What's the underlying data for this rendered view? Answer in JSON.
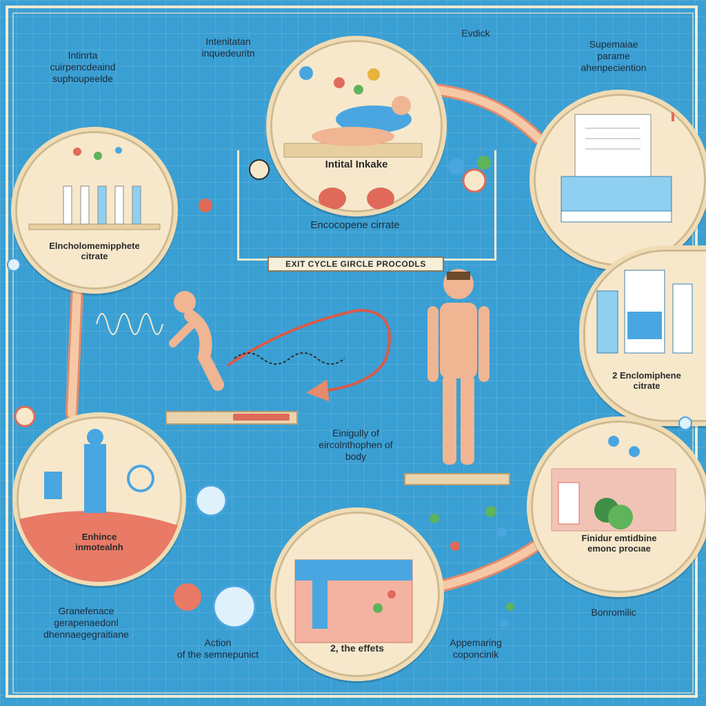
{
  "nodes": {
    "top_center": "Intital Inkake",
    "left_top": "Elncholomemipphete\ncitrate",
    "right_middle": "2 Enclomiphene\ncitrate",
    "right_bottom": "Finidur emtidbine\nemonc procıae",
    "bottom_center": "2, the effets",
    "left_bottom": "Enhince\ninmotealnh"
  },
  "banner": "EXIT CYCLE GIRCLE PROCODLS",
  "annotations": {
    "top_left_1": "Intinrta\ncuirpencdeaind\nsuphoupeelde",
    "top_left_2": "Intenitatan\ninquedeuritn",
    "top_center": "Evdick",
    "top_right": "Supemaiae\nparame\nahenpeciention",
    "middle": "Encocopene cirrate",
    "center": "Einigully of\neircolnthophen of\nbody",
    "bottom_left": "Granefenace\ngerapenaedonl\ndhennaegegraitiane",
    "bottom_action": "Action\nof the semnepunict",
    "bottom_app": "Appemaring\ncoponcinik",
    "bottom_right": "Bonromilic"
  },
  "colors": {
    "background": "#3a9fd3",
    "node_fill": "#f7e8cc",
    "arrow": "#f6c9a6",
    "arrow_edge": "#e58a6a"
  }
}
